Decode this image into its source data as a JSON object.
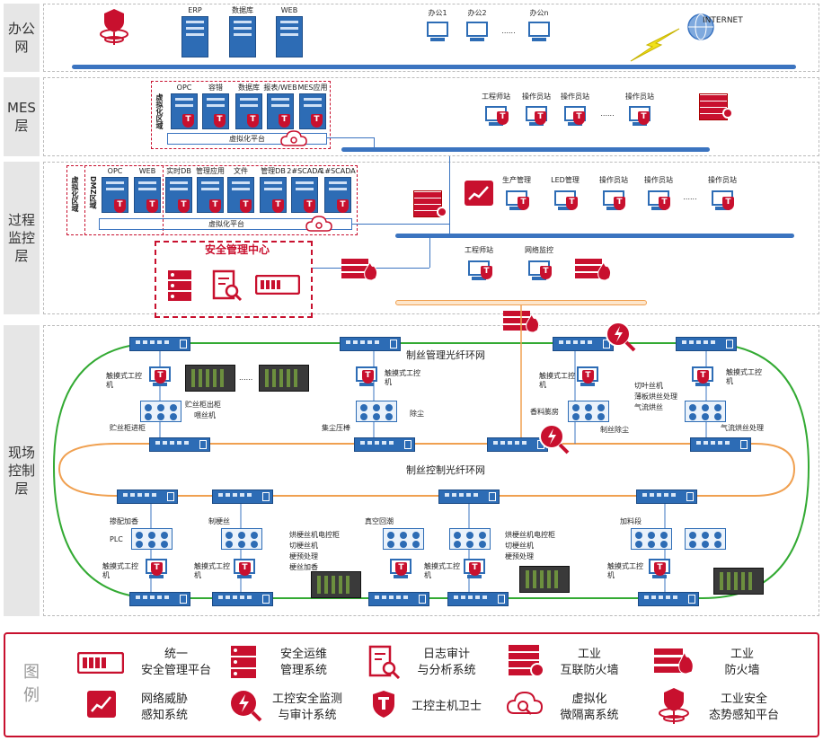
{
  "zones": {
    "office": "办公网",
    "mes": "MES层",
    "process": "过程监控层",
    "field": "现场控制层"
  },
  "office": {
    "servers": [
      "ERP",
      "数据库",
      "WEB"
    ],
    "pcs": [
      "办公1",
      "办公2",
      "......",
      "办公n"
    ],
    "internet": "INTERNET"
  },
  "mes": {
    "vlabel": "虚拟化区域",
    "servers": [
      "OPC",
      "容错",
      "数据库",
      "报表/WEB",
      "MES应用"
    ],
    "platform": "虚拟化平台",
    "stations": [
      "工程师站",
      "操作员站",
      "操作员站",
      "......",
      "操作员站"
    ]
  },
  "process": {
    "vlabel": "虚拟化区域",
    "dmz": "DMZ区域",
    "servers": [
      "OPC",
      "WEB",
      "实时DB",
      "管理应用",
      "文件",
      "管理DB",
      "2#SCADA",
      "1#SCADA"
    ],
    "platform": "虚拟化平台",
    "stations": [
      "生产管理",
      "LED管理",
      "操作员站",
      "操作员站",
      "......",
      "操作员站"
    ],
    "lower_stations": [
      "工程师站",
      "网络监控"
    ],
    "security_center": "安全管理中心"
  },
  "field": {
    "ring_top": "制丝管理光纤环网",
    "ring_mid": "制丝控制光纤环网",
    "labels": {
      "touch1": "触摸式工控机",
      "storage": "贮丝柜出柜",
      "wrap": "喂丝机",
      "inlet": "贮丝柜进柜",
      "touch2": "触摸式工控机",
      "collect": "集尘压棒",
      "dust": "除尘",
      "touch3": "触摸式工控机",
      "sample": "香料膨房",
      "mes_dust": "制丝除尘",
      "cut_list": "切叶丝机\n薄板烘丝处理\n气流烘丝",
      "touch4": "触摸式工控机",
      "flow": "气流烘丝处理",
      "mix": "掺配加香",
      "plc": "PLC",
      "touch5": "触摸式工控机",
      "cut": "制梗丝",
      "touch6": "触摸式工控机",
      "stem_list": "烘梗丝机电控柜\n切梗丝机\n梗预处理\n梗丝加香",
      "vacuum": "真空回潮",
      "touch7": "触摸式工控机",
      "stem_list2": "烘梗丝机电控柜\n切梗丝机\n梗预处理",
      "feed": "加料段",
      "touch8": "触摸式工控机"
    }
  },
  "legend": {
    "title": "图例",
    "items": [
      "统一\n安全管理平台",
      "安全运维\n管理系统",
      "日志审计\n与分析系统",
      "工业\n互联防火墙",
      "工业\n防火墙",
      "网络威胁\n感知系统",
      "工控安全监测\n与审计系统",
      "工控主机卫士",
      "虚拟化\n微隔离系统",
      "工业安全\n态势感知平台"
    ]
  },
  "colors": {
    "bus": "#3b74c0",
    "brand_red": "#c8102e",
    "ring_green": "#33aa33",
    "ring_orange": "#f0a050"
  }
}
